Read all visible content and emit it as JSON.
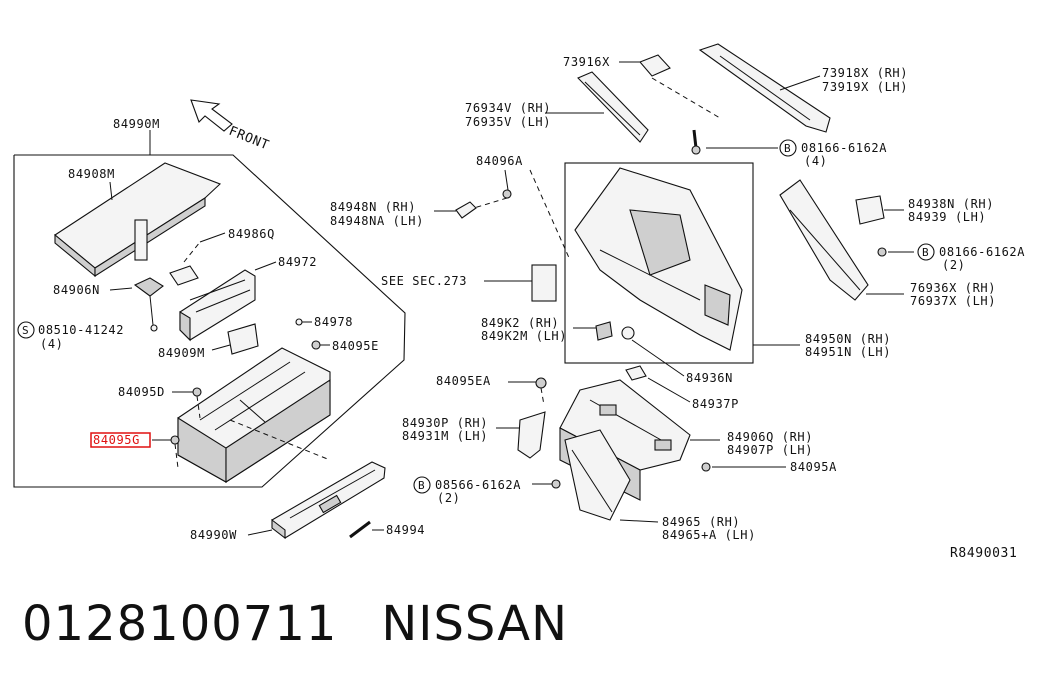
{
  "diagram": {
    "front_label": "FRONT",
    "ref_code": "R8490031",
    "highlight_color": "#e01010",
    "callouts": [
      {
        "text": "84990M"
      },
      {
        "text": "84908M"
      },
      {
        "text": "84986Q"
      },
      {
        "text": "84972"
      },
      {
        "text": "84906N"
      },
      {
        "text": "08510-41242",
        "circle_letter": "S",
        "qty": "(4)"
      },
      {
        "text": "84909M"
      },
      {
        "text": "84978"
      },
      {
        "text": "84095E"
      },
      {
        "text": "84095D"
      },
      {
        "text": "84095G",
        "highlighted": true
      },
      {
        "text": "84990W"
      },
      {
        "text": "84994"
      },
      {
        "text": "73916X"
      },
      {
        "text": "73918X (RH)"
      },
      {
        "text": "73919X (LH)"
      },
      {
        "text": "76934V (RH)"
      },
      {
        "text": "76935V (LH)"
      },
      {
        "text": "08166-6162A",
        "circle_letter": "B",
        "qty": "(4)"
      },
      {
        "text": "84096A"
      },
      {
        "text": "84948N (RH)"
      },
      {
        "text": "84948NA (LH)"
      },
      {
        "text": "84938N (RH)"
      },
      {
        "text": "84939 (LH)"
      },
      {
        "text": "08166-6162A",
        "circle_letter": "B",
        "qty": "(2)"
      },
      {
        "text": "SEE SEC.273"
      },
      {
        "text": "76936X (RH)"
      },
      {
        "text": "76937X (LH)"
      },
      {
        "text": "849K2 (RH)"
      },
      {
        "text": "849K2M (LH)"
      },
      {
        "text": "84950N (RH)"
      },
      {
        "text": "84951N (LH)"
      },
      {
        "text": "84936N"
      },
      {
        "text": "84095EA"
      },
      {
        "text": "84937P"
      },
      {
        "text": "84930P (RH)"
      },
      {
        "text": "84931M (LH)"
      },
      {
        "text": "84906Q (RH)"
      },
      {
        "text": "84907P (LH)"
      },
      {
        "text": "84095A"
      },
      {
        "text": "08566-6162A",
        "circle_letter": "B",
        "qty": "(2)"
      },
      {
        "text": "84965 (RH)"
      },
      {
        "text": "84965+A (LH)"
      }
    ]
  },
  "footer": {
    "part_number": "0128100711",
    "brand": "NISSAN"
  }
}
